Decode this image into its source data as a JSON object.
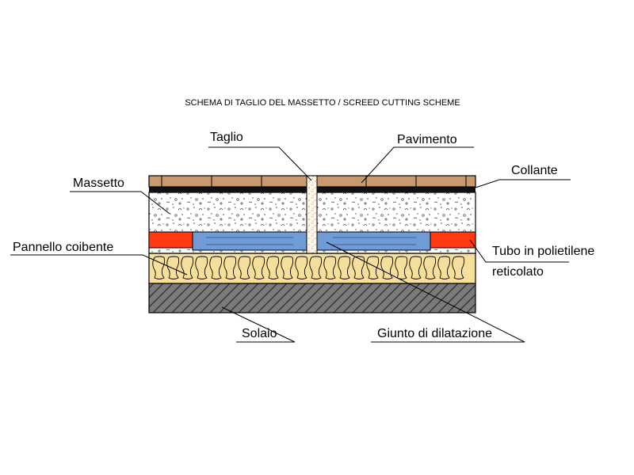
{
  "title": "SCHEMA DI TAGLIO DEL MASSETTO  /  SCREED CUTTING SCHEME",
  "labels": {
    "taglio": "Taglio",
    "pavimento": "Pavimento",
    "collante": "Collante",
    "massetto": "Massetto",
    "pannello": "Pannello coibente",
    "tubo_line1": "Tubo in polietilene",
    "tubo_line2": "reticolato",
    "solaio": "Solaio",
    "giunto": "Giunto di dilatazione"
  },
  "colors": {
    "pavimento": "#c99a6b",
    "collante": "#111111",
    "massetto": "#ffffff",
    "tubo": "#ff3a10",
    "giunto": "#6f9bd6",
    "pannello": "#f5df9a",
    "solaio": "#7a7a7a"
  }
}
